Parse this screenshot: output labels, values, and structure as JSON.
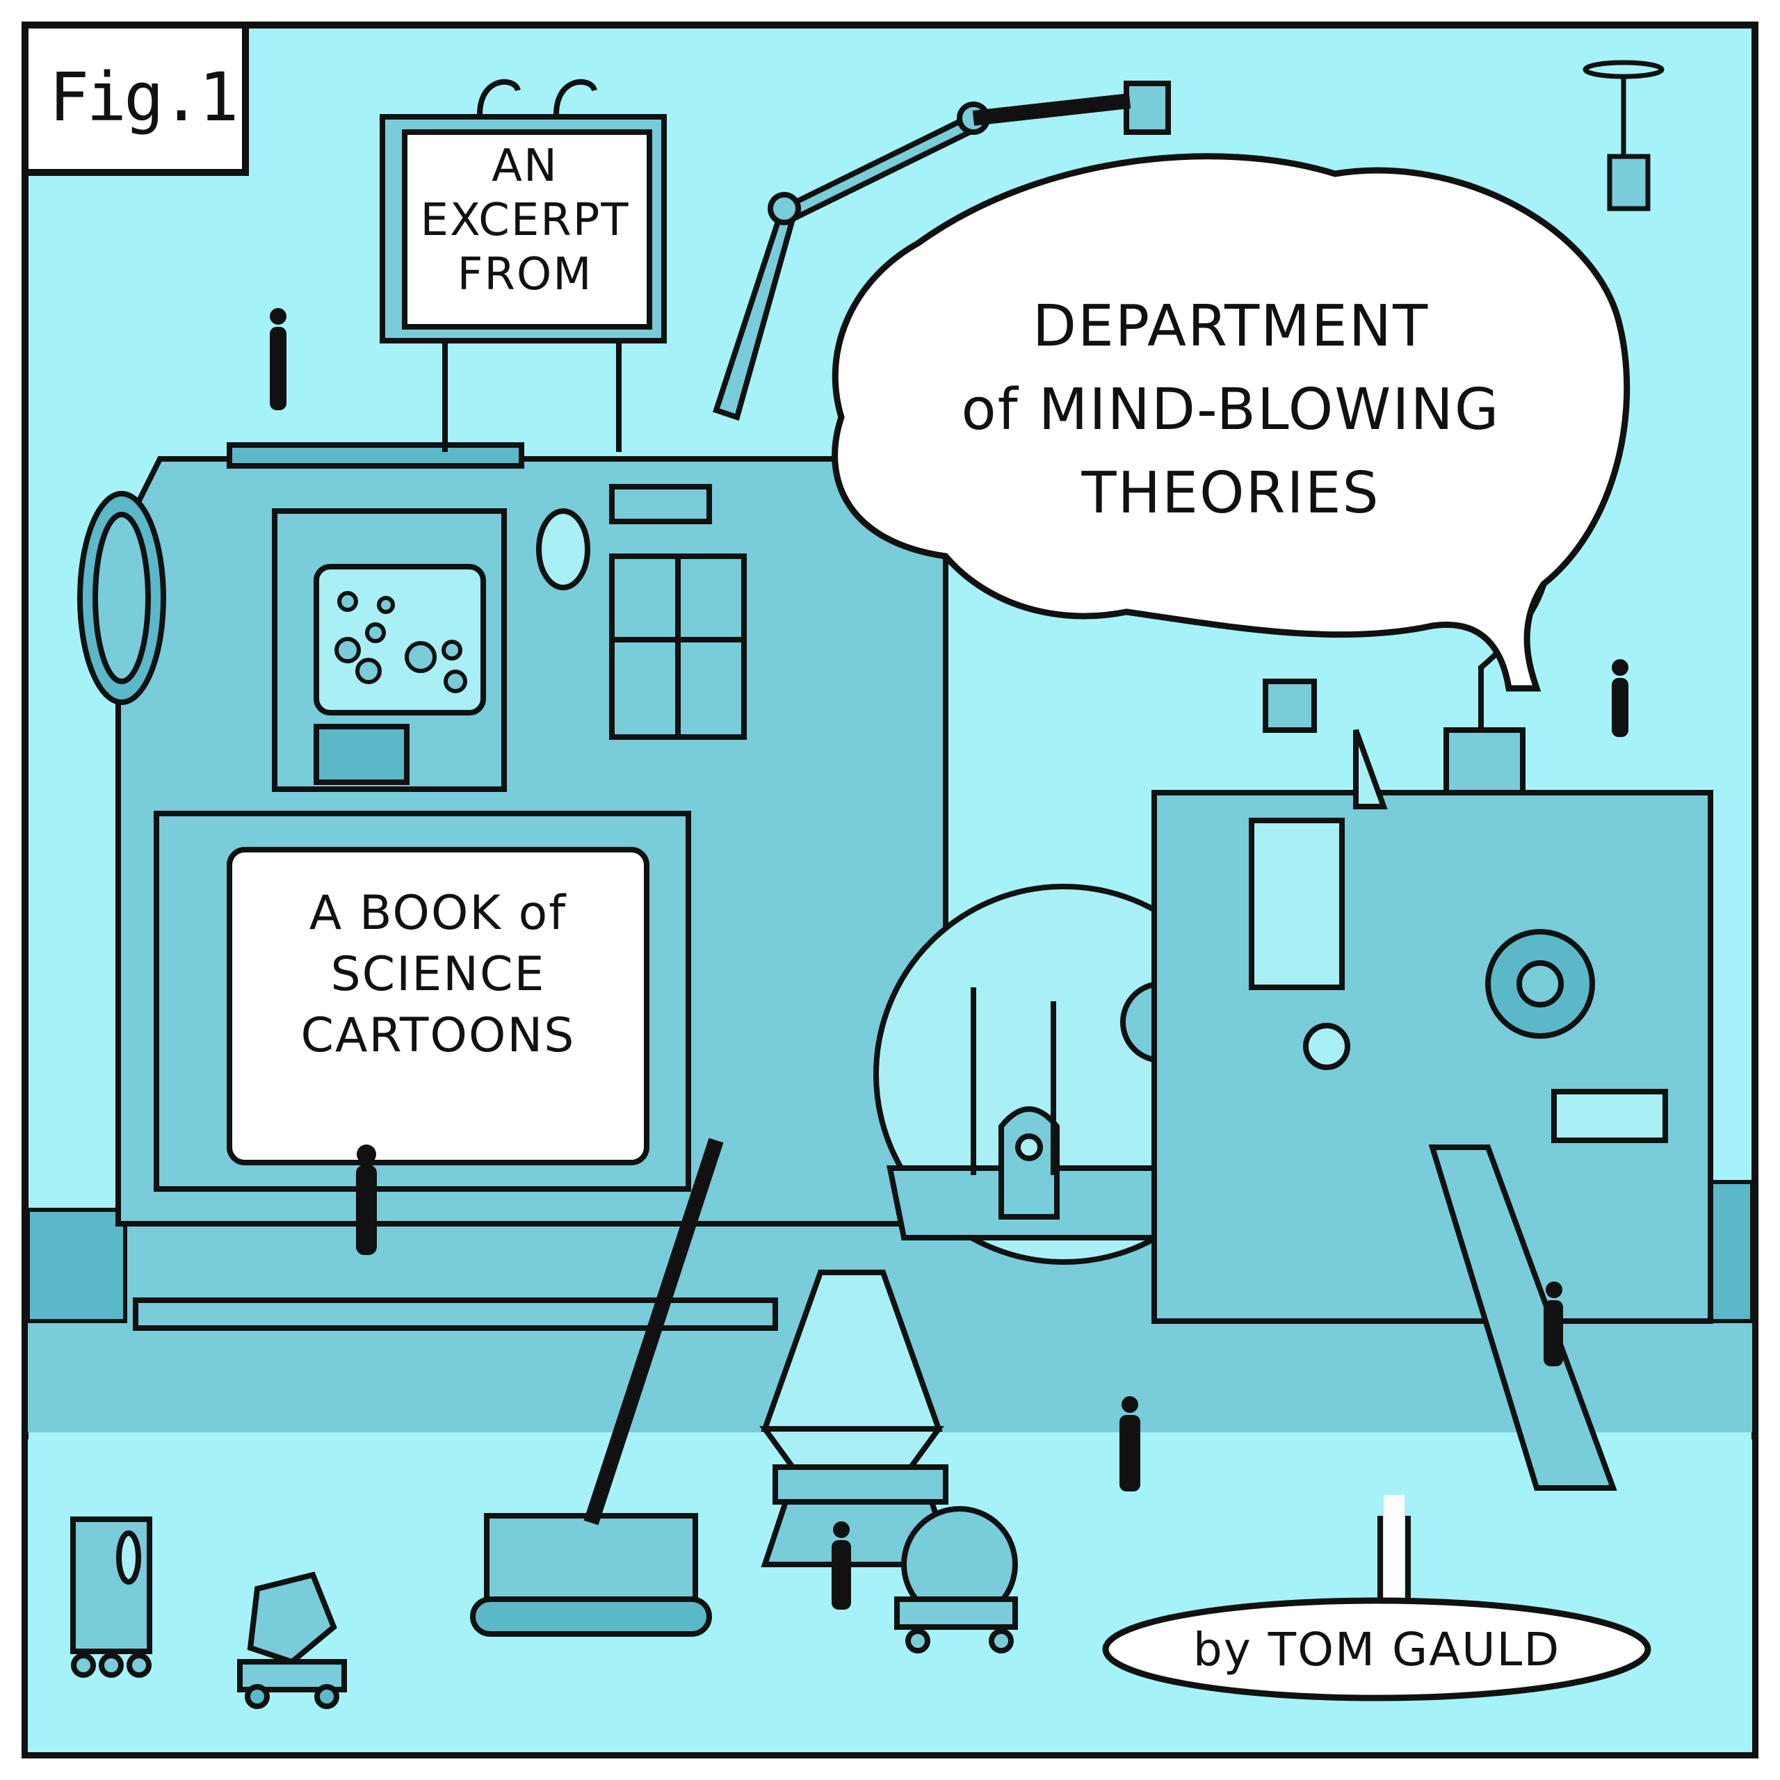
{
  "figure_label": "Fig.1",
  "sign": {
    "lines": [
      "AN",
      "EXCERPT",
      "FROM"
    ]
  },
  "thought_bubble": {
    "lines": [
      "DEPARTMENT",
      "of MIND-BLOWING",
      "THEORIES"
    ]
  },
  "screen": {
    "lines": [
      "A BOOK of",
      "SCIENCE",
      "CARTOONS"
    ]
  },
  "byline": {
    "text": "by TOM GAULD"
  },
  "colors": {
    "sky": "#a5f3f8",
    "machine": "#79ccd9",
    "machine_dark": "#5bb8c8",
    "screen_glow": "#a8f0f5",
    "ink": "#111111",
    "paper": "#ffffff"
  }
}
